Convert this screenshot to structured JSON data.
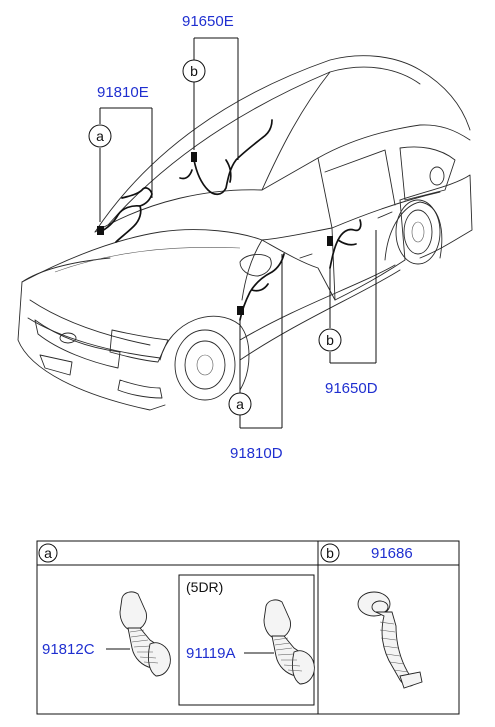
{
  "callouts": {
    "top_b": {
      "part": "91650E",
      "circle": "b"
    },
    "left_a": {
      "part": "91810E",
      "circle": "a"
    },
    "bottom_a": {
      "part": "91810D",
      "circle": "a"
    },
    "right_b": {
      "part": "91650D",
      "circle": "b"
    }
  },
  "table": {
    "col_a_circle": "a",
    "col_b_circle": "b",
    "col_b_part": "91686",
    "a_items": [
      {
        "part": "91812C"
      },
      {
        "part": "91119A",
        "variant": "(5DR)"
      }
    ]
  },
  "colors": {
    "part_number": "#1f2fd0",
    "lines": "#111111"
  }
}
